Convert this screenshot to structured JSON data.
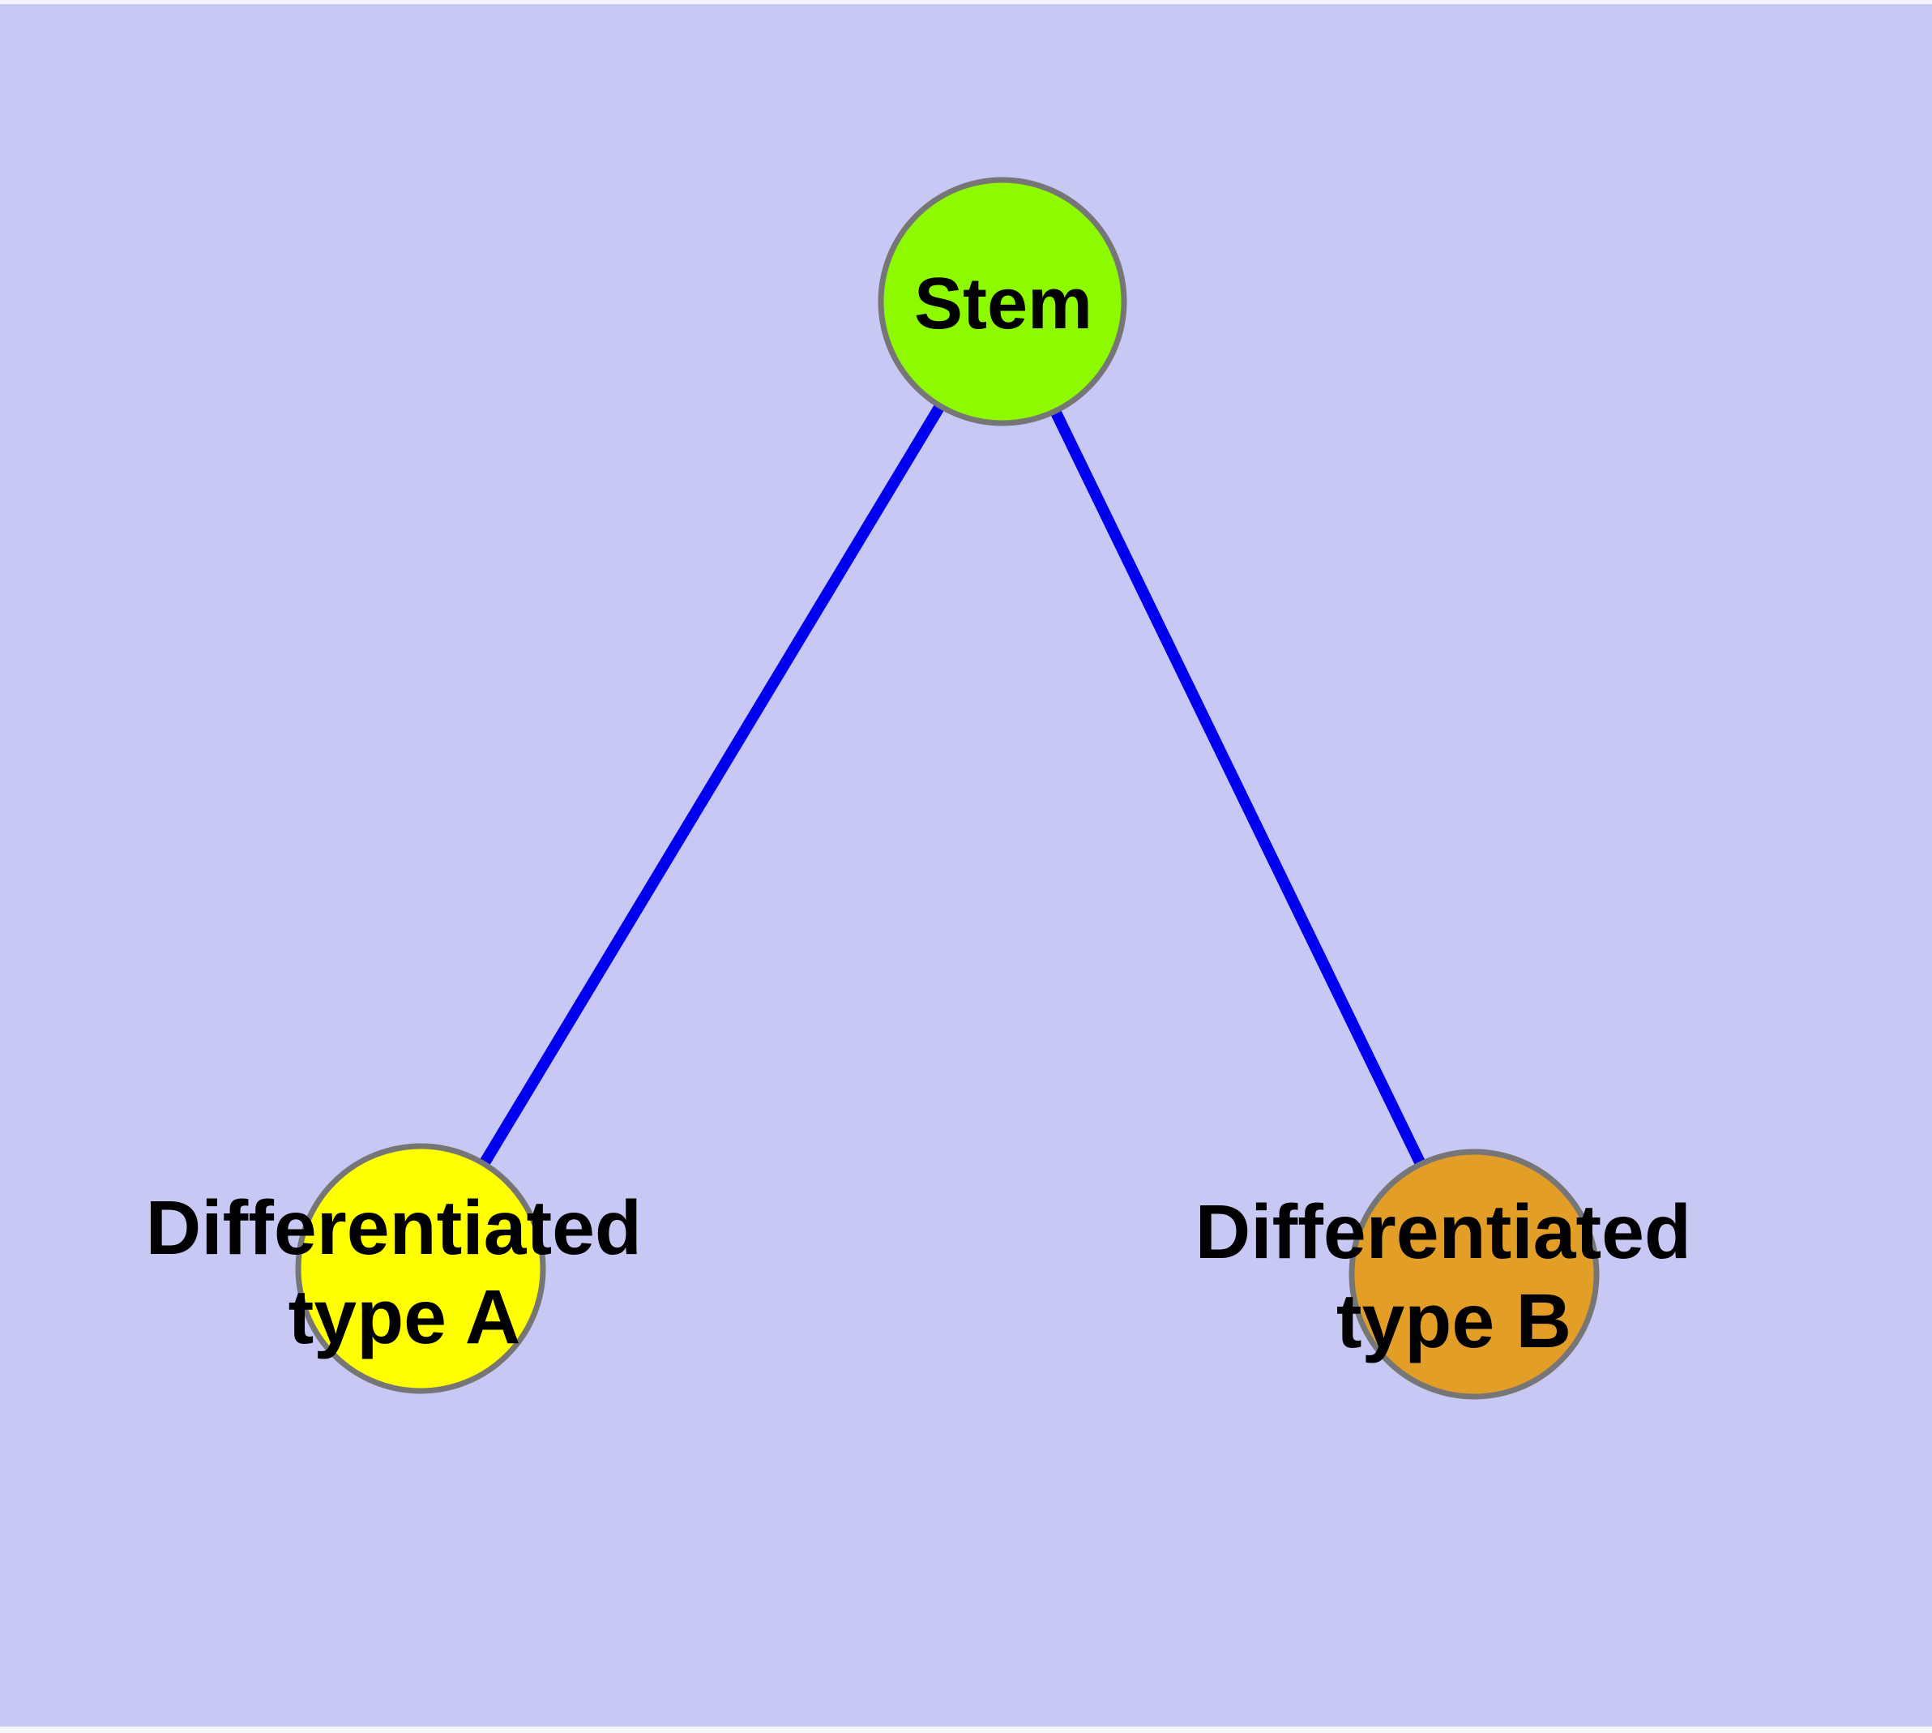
{
  "diagram": {
    "background_color": "#C8C8F5",
    "page_edge_color": "#F5F5FC",
    "node_border_color": "#767676",
    "edge_color": "#0000EE",
    "text_color": "#000000",
    "nodes": [
      {
        "id": "stem",
        "label": "Stem",
        "fill_color": "#8EFA00"
      },
      {
        "id": "differentiated-type-a",
        "label": "Differentiated type A",
        "line1": "Differentiated",
        "line2": "type A",
        "fill_color": "#FFFF00"
      },
      {
        "id": "differentiated-type-b",
        "label": "Differentiated type B",
        "line1": "Differentiated",
        "line2": "type B",
        "fill_color": "#E39E27"
      }
    ],
    "edges": [
      {
        "from": "Stem",
        "to": "Differentiated type A"
      },
      {
        "from": "Stem",
        "to": "Differentiated type B"
      }
    ]
  }
}
